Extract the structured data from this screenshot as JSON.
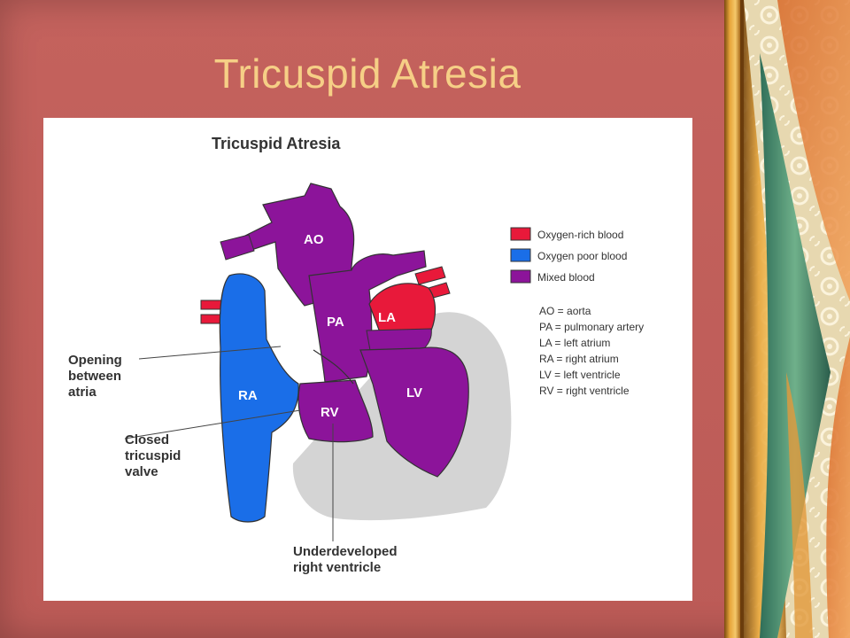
{
  "slide": {
    "title": "Tricuspid Atresia"
  },
  "diagram": {
    "heading": "Tricuspid Atresia",
    "chambers": {
      "ao": "AO",
      "pa": "PA",
      "la": "LA",
      "ra": "RA",
      "rv": "RV",
      "lv": "LV"
    },
    "callouts": {
      "opening": [
        "Opening",
        "between",
        "atria"
      ],
      "closed_valve": [
        "Closed",
        "tricuspid",
        "valve"
      ],
      "underdeveloped": [
        "Underdeveloped",
        "right ventricle"
      ]
    },
    "legend": [
      {
        "label": "Oxygen-rich blood",
        "color": "#e8193a"
      },
      {
        "label": "Oxygen poor blood",
        "color": "#1a6ee8"
      },
      {
        "label": "Mixed blood",
        "color": "#8c149a"
      }
    ],
    "abbreviations": [
      "AO = aorta",
      "PA = pulmonary artery",
      "LA = left atrium",
      "RA = right atrium",
      "LV = left ventricle",
      "RV = right ventricle"
    ]
  },
  "colors": {
    "slide_background": "#bf5e5a",
    "title": "#f6cf86",
    "oxygen_rich": "#e8193a",
    "oxygen_poor": "#1a6ee8",
    "mixed": "#8c149a",
    "heart_wall": "#d4d4d4"
  }
}
